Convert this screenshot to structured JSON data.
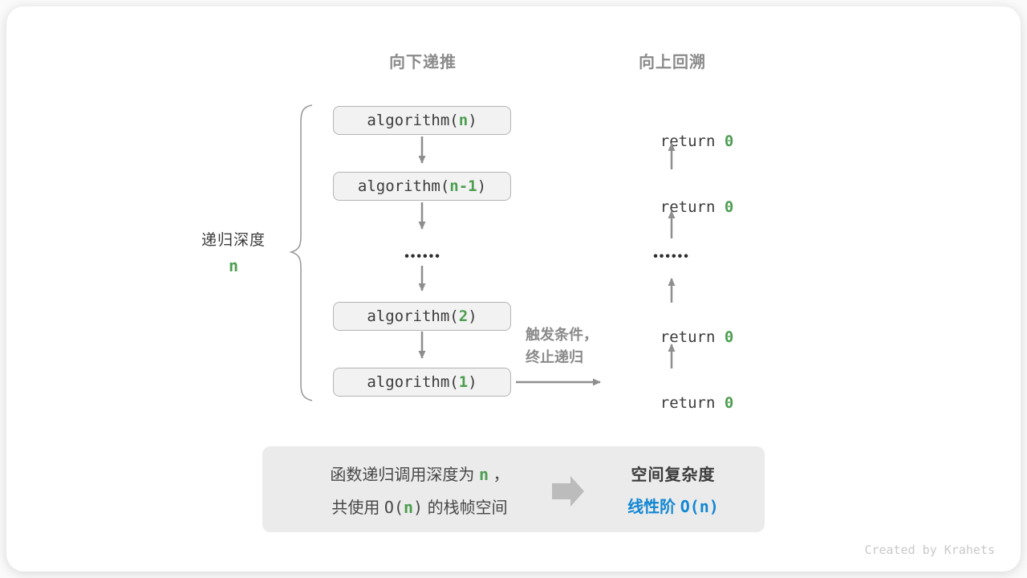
{
  "colors": {
    "green": "#4c9e50",
    "blue": "#1287d3",
    "label_gray": "#8a8a8a",
    "box_fill": "#f2f2f2",
    "summary_fill": "#ebebeb"
  },
  "header": {
    "recurse": "向下递推",
    "backtrack": "向上回溯"
  },
  "depth": {
    "label": "递归深度",
    "value": "n"
  },
  "stack": {
    "boxes": [
      {
        "pre": "algorithm(",
        "arg": "n",
        "post": ")"
      },
      {
        "pre": "algorithm(",
        "arg": "n-1",
        "post": ")"
      },
      {
        "pre": "algorithm(",
        "arg": "2",
        "post": ")"
      },
      {
        "pre": "algorithm(",
        "arg": "1",
        "post": ")"
      }
    ],
    "dots": "••••••"
  },
  "returns": {
    "rows": [
      {
        "text": "return ",
        "value": "0"
      },
      {
        "text": "return ",
        "value": "0"
      },
      {
        "text": "return ",
        "value": "0"
      },
      {
        "text": "return ",
        "value": "0"
      }
    ],
    "dots": "••••••"
  },
  "terminate": {
    "line1": "触发条件，",
    "line2": "终止递归"
  },
  "summary": {
    "line1": {
      "pre": "函数递归调用深度为 ",
      "n": "n",
      "post": " ，"
    },
    "line2": {
      "pre": "共使用 ",
      "code_open": "O(",
      "n": "n",
      "code_close": ")",
      "post": " 的栈帧空间"
    },
    "title": "空间复杂度",
    "result": {
      "text": "线性阶 ",
      "code": "O(n)"
    }
  },
  "credit": "Created by Krahets"
}
